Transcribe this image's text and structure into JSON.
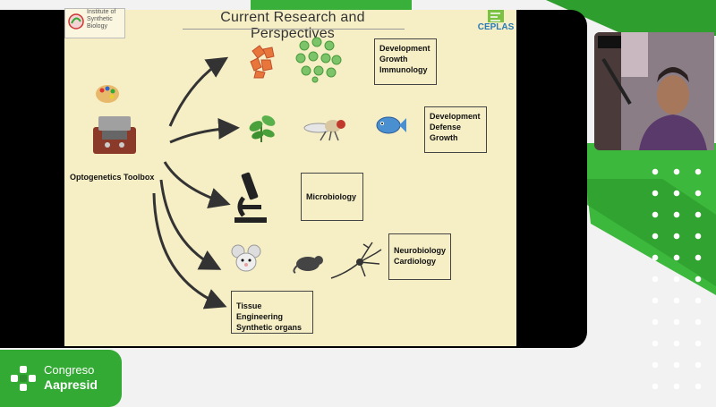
{
  "slide": {
    "title": "Current Research and Perspectives",
    "institute_logo_text": "Institute of Synthetic Biology",
    "ceplas_logo_text": "CEPLAS",
    "toolbox_label": "Optogenetics Toolbox",
    "boxes": {
      "dev_growth_immuno": [
        "Development",
        "Growth",
        "Immunology"
      ],
      "dev_defense_growth": [
        "Development",
        "Defense",
        "Growth"
      ],
      "microbiology": [
        "Microbiology"
      ],
      "neuro_cardio": [
        "Neurobiology",
        "Cardiology"
      ],
      "tissue_eng": [
        "Tissue Engineering",
        "Synthetic organs"
      ]
    }
  },
  "branding": {
    "line1": "Congreso",
    "line2": "Aapresid",
    "accent": "#33aa33"
  },
  "icons": [
    "palette-icon",
    "toolbox-icon",
    "cells-icon",
    "bacteria-icon",
    "leaf-icon",
    "fly-icon",
    "fish-icon",
    "microscope-icon",
    "mouse-icon",
    "rat-icon",
    "neuron-icon"
  ]
}
